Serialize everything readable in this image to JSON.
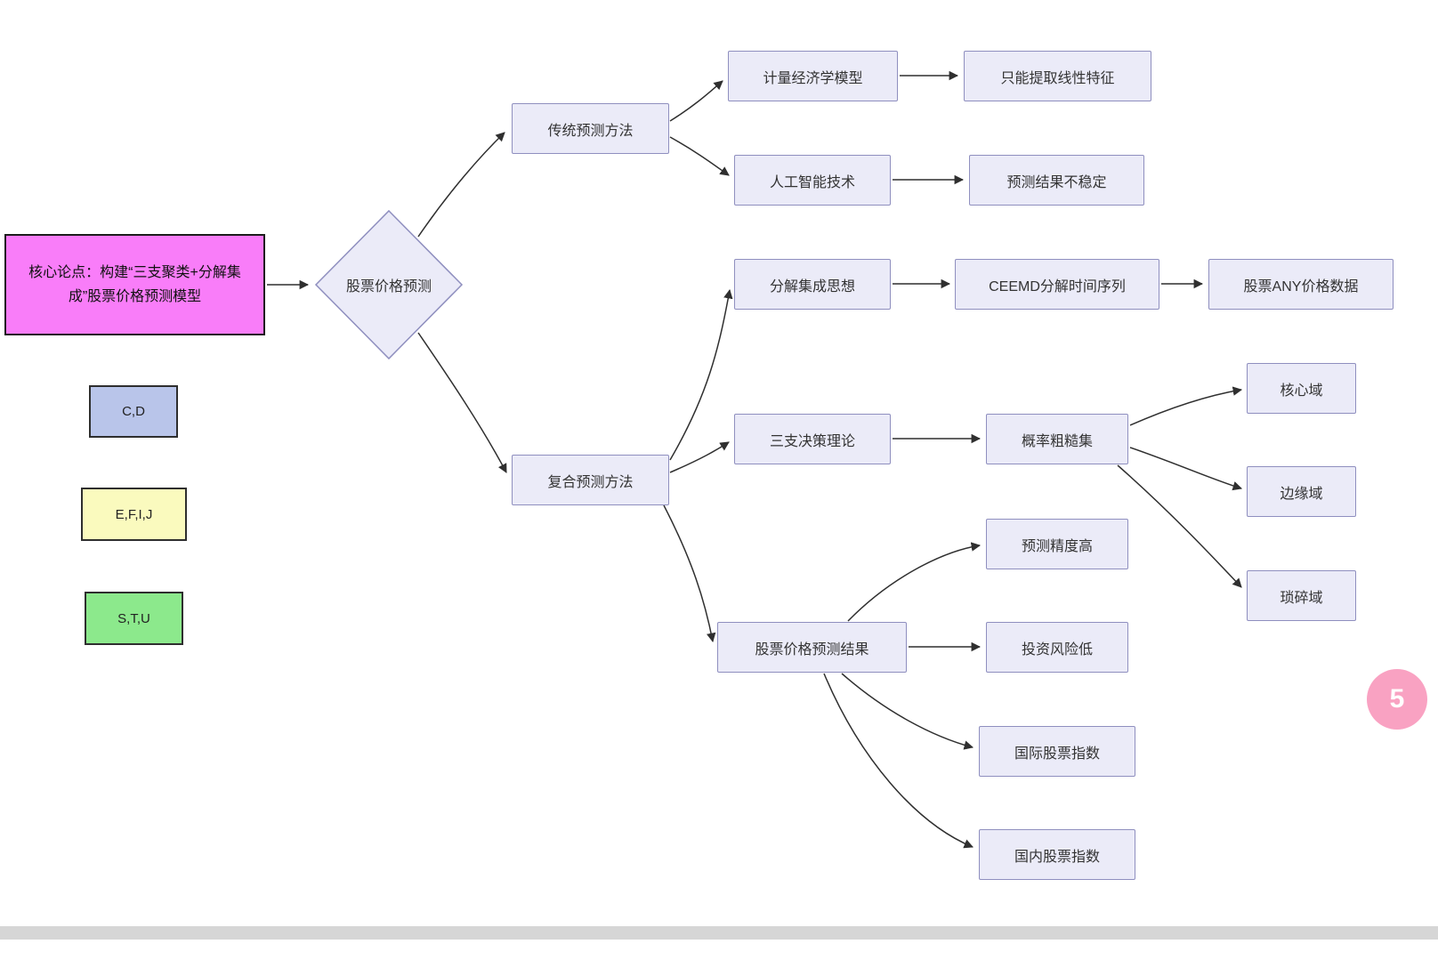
{
  "core": {
    "label": "核心论点：构建“三支聚类+分解集成”股票价格预测模型",
    "bg": "#f97df9"
  },
  "root": {
    "label": "股票价格预测"
  },
  "legend": [
    {
      "label": "C,D",
      "bg": "#b9c5ea"
    },
    {
      "label": "E,F,I,J",
      "bg": "#fafabe"
    },
    {
      "label": "S,T,U",
      "bg": "#8ce98c"
    }
  ],
  "nodes": {
    "traditional": "传统预测方法",
    "econometric": "计量经济学模型",
    "linear_only": "只能提取线性特征",
    "ai": "人工智能技术",
    "unstable": "预测结果不稳定",
    "decomp": "分解集成思想",
    "ceemd": "CEEMD分解时间序列",
    "any_data": "股票ANY价格数据",
    "composite": "复合预测方法",
    "three_way": "三支决策理论",
    "rough_set": "概率粗糙集",
    "core_domain": "核心域",
    "boundary_domain": "边缘域",
    "trivial_domain": "琐碎域",
    "high_accuracy": "预测精度高",
    "result": "股票价格预测结果",
    "low_risk": "投资风险低",
    "intl_index": "国际股票指数",
    "domestic_index": "国内股票指数"
  },
  "badge": {
    "label": "5"
  },
  "colors": {
    "node_fill": "#ebebf8",
    "node_border": "#8f8fbf",
    "edge": "#2f2f2f",
    "core_fill": "#f97df9",
    "badge_fill": "#f9a2c2"
  }
}
